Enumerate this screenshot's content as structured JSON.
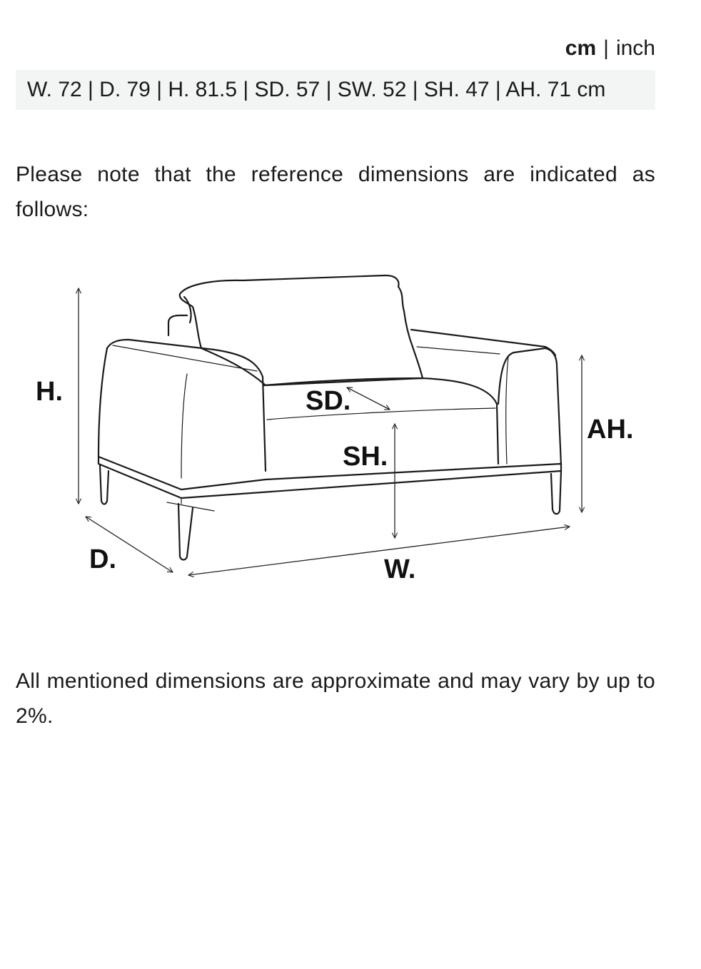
{
  "unit_toggle": {
    "active": "cm",
    "separator": "|",
    "inactive": "inch"
  },
  "dimensions_bar": {
    "text": "W. 72 | D. 79 | H. 81.5 | SD. 57 | SW. 52 | SH. 47 | AH. 71 cm"
  },
  "notes": {
    "reference": "Please note that the reference dimensions are indicated as follows:",
    "approximate": "All mentioned dimensions are approximate and may vary by up to 2%."
  },
  "diagram": {
    "labels": {
      "height": "H.",
      "seat_depth": "SD.",
      "seat_height": "SH.",
      "arm_height": "AH.",
      "depth": "D.",
      "width": "W."
    }
  }
}
